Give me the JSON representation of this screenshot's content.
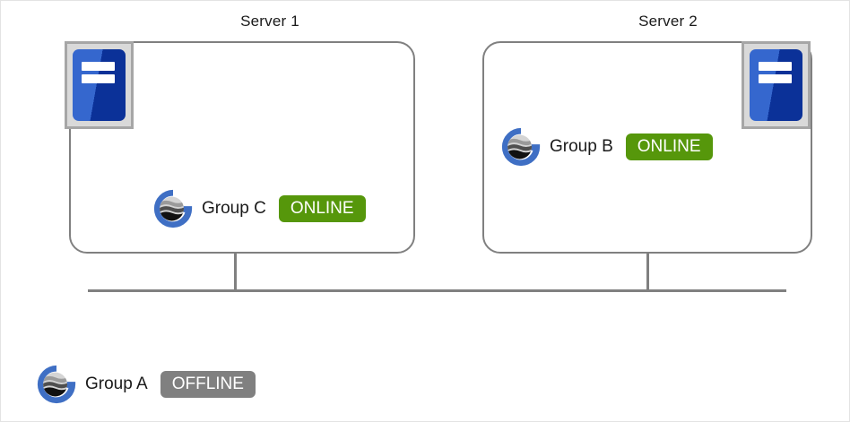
{
  "servers": [
    {
      "title": "Server 1",
      "icon_name": "server-rack-icon",
      "groups": [
        {
          "name": "Group  C",
          "status": "ONLINE",
          "status_state": "online"
        }
      ]
    },
    {
      "title": "Server 2",
      "icon_name": "server-rack-icon",
      "groups": [
        {
          "name": "Group  B",
          "status": "ONLINE",
          "status_state": "online"
        }
      ]
    }
  ],
  "standalone_groups": [
    {
      "name": "Group A",
      "status": "OFFLINE",
      "status_state": "offline"
    }
  ],
  "colors": {
    "online_badge": "#56970b",
    "offline_badge": "#808080",
    "box_border": "#808080",
    "connector_line": "#808080",
    "logo_ring": "#3f6fc4",
    "icon_chassis_light": "#3567ce",
    "icon_chassis_dark": "#0b3198",
    "icon_frame": "#a6a6a6",
    "icon_frame_fill": "#d9d9d9",
    "page_border": "#e3e3e3",
    "text": "#1a1a1a"
  },
  "icons": {
    "group_logo": "group-globe-g-logo",
    "server": "server-rack-icon"
  }
}
